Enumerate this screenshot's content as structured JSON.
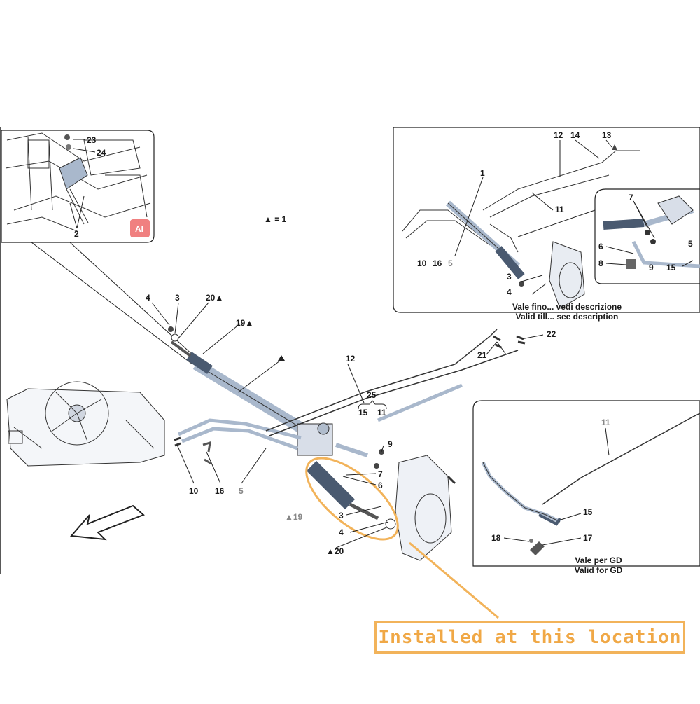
{
  "legend": {
    "triangle_label": "▲ = 1"
  },
  "callout": {
    "text": "Installed at this location",
    "color": "#f0a846"
  },
  "colors": {
    "part_fill": "#a9b8cc",
    "line": "#222222",
    "accent": "#f2b35a",
    "badge": "#f08080"
  },
  "main_labels": {
    "l4": "4",
    "l3": "3",
    "l20a": "20▲",
    "l19a": "19▲",
    "l12": "12",
    "l21": "21",
    "l22": "22",
    "l25": "25",
    "l15": "15",
    "l11": "11",
    "l9": "9",
    "l7": "7",
    "l6": "6",
    "l19b": "▲19",
    "l3b": "3",
    "l4b": "4",
    "l20b": "▲20",
    "l10": "10",
    "l16": "16",
    "l5": "5"
  },
  "inset_tl": {
    "l23": "23",
    "l24": "24",
    "l2": "2",
    "badge": "AI"
  },
  "inset_tr": {
    "l12": "12",
    "l14": "14",
    "l13": "13",
    "l1": "1",
    "l11": "11",
    "l10": "10",
    "l16": "16",
    "l5": "5",
    "l3": "3",
    "l4": "4",
    "caption_it": "Vale fino... vedi descrizione",
    "caption_en": "Valid till... see description"
  },
  "inset_detail": {
    "l7": "7",
    "l6": "6",
    "l8": "8",
    "l9": "9",
    "l5": "5",
    "l15": "15"
  },
  "inset_br": {
    "l11": "11",
    "l15": "15",
    "l18": "18",
    "l17": "17",
    "caption_it": "Vale per GD",
    "caption_en": "Valid for GD"
  }
}
